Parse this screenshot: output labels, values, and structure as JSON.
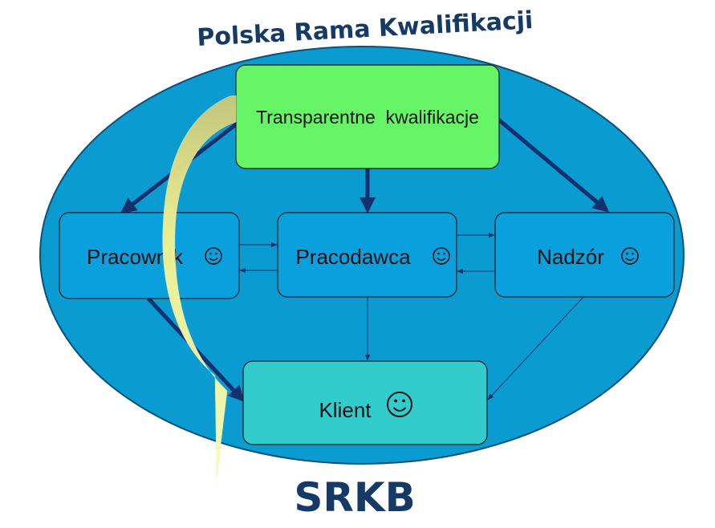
{
  "title": "Polska Rama Kwalifikacji",
  "footer": "SRKB",
  "nodes": {
    "top": "Transparentne  kwalifikacje",
    "left": "Pracownik",
    "middle": "Pracodawca",
    "right": "Nadzór",
    "bottom": "Klient"
  },
  "icons": {
    "smiley": "smiley-icon",
    "curved_arrow": "curved-arrow"
  },
  "colors": {
    "ellipse": "#0a9bd0",
    "ellipse_stroke": "#0d4f79",
    "top_box": "#66f566",
    "mid_boxes": "#0aa0dd",
    "bottom_box": "#33cccc",
    "arrows": "#14306e",
    "curved_arrow": "#f4f39a",
    "title": "#163a66"
  }
}
